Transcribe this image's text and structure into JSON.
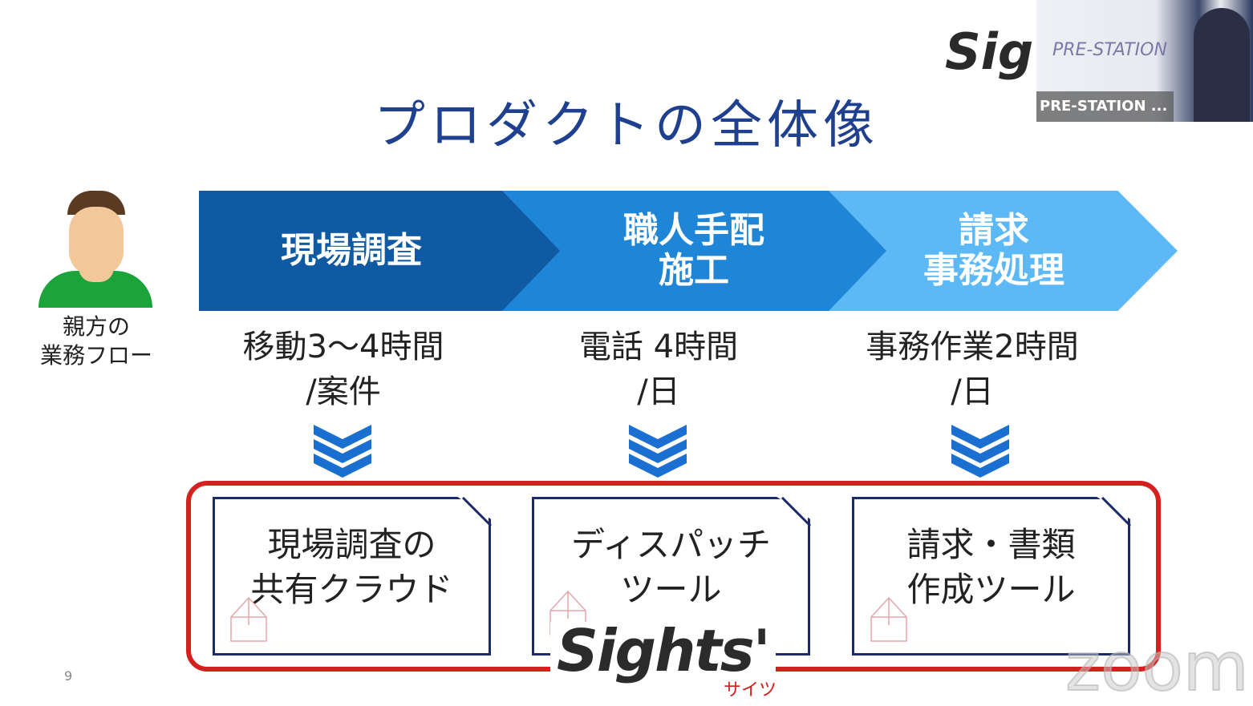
{
  "slide": {
    "title": "プロダクトの全体像",
    "persona_label": "親方の\n業務フロー",
    "steps": [
      {
        "label": "現場調査",
        "time": "移動3〜4時間\n/案件"
      },
      {
        "label": "職人手配\n施工",
        "time": "電話 4時間\n/日"
      },
      {
        "label": "請求\n事務処理",
        "time": "事務作業2時間\n/日"
      }
    ],
    "tools": [
      "現場調査の\n共有クラウド",
      "ディスパッチ\nツール",
      "請求・書類\n作成ツール"
    ],
    "logo": "Sights'",
    "logo_kana": "サイツ",
    "logo_partial": "Sig",
    "page_number": "9"
  },
  "video": {
    "participant_name": "PRE-STATION ...",
    "backdrop_text": "PRE-STATION"
  },
  "watermark": "zoom",
  "colors": {
    "title": "#1f3f8f",
    "step1": "#0f5aa3",
    "step2": "#1f85d6",
    "step3": "#5cb9f6",
    "frame": "#d5211d",
    "card": "#1b2a6b"
  }
}
